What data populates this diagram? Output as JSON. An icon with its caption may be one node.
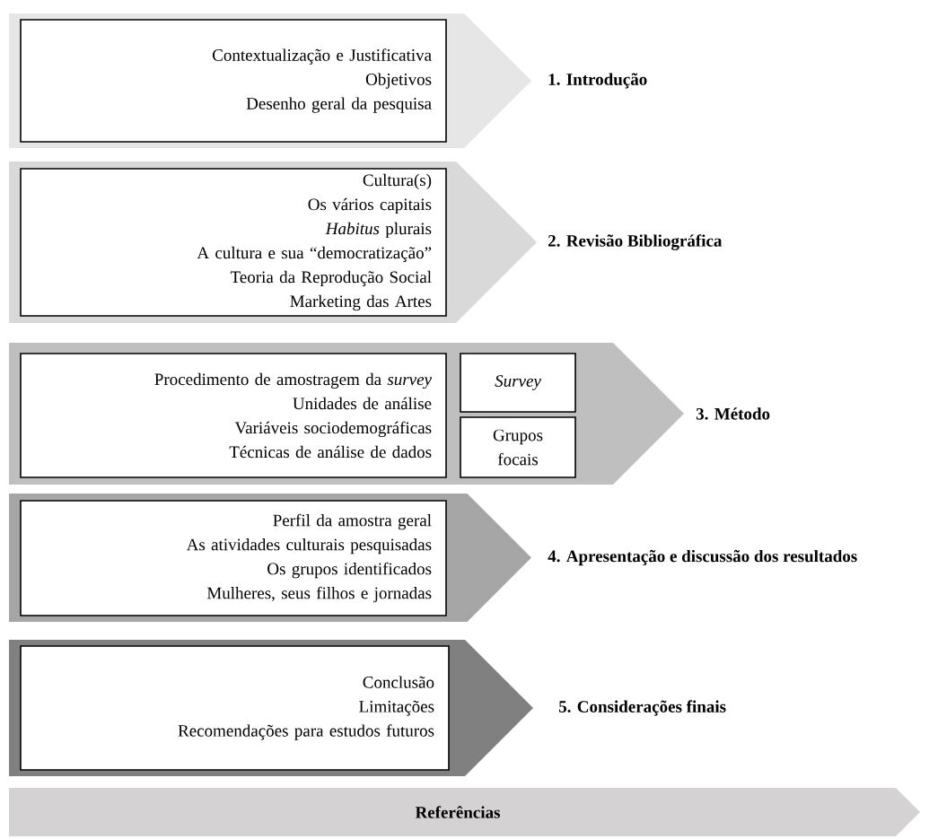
{
  "diagram": {
    "nodes": [
      {
        "text": [
          "1. Introdução"
        ]
      },
      {
        "text": [
          "Contextualização e Justificativa",
          "Objetivos",
          "Desenho geral da pesquisa"
        ],
        "in": 0
      },
      {
        "text": [
          "2. Revisão Bibliográfica"
        ]
      },
      {
        "text": [
          "Cultura(s)",
          "Os vários capitais",
          "*Habitus* plurais",
          "A cultura e sua “democratização”",
          "Teoria da Reprodução Social",
          "Marketing das Artes"
        ],
        "in": 2
      },
      {
        "text": [
          "3. Método"
        ]
      },
      {
        "text": [
          "Procedimento de amostragem da *survey*",
          "Unidades de análise",
          "Variáveis sociodemográficas",
          "Técnicas de análise de dados"
        ],
        "in": 4
      },
      {
        "text": [
          "Survey"
        ],
        "in": 4
      },
      {
        "text": [
          "Grupos focais"
        ],
        "in": 4
      },
      {
        "text": [
          "4. Apresentação e discussão dos resultados"
        ]
      },
      {
        "text": [
          "Perfil da amostra geral",
          "As atividades culturais pesquisadas",
          "Os grupos identificados",
          "Mulheres, seus filhos e jornadas"
        ],
        "in": 8
      },
      {
        "text": [
          "5. Considerações finais"
        ]
      },
      {
        "text": [
          "Conclusão",
          "Limitações",
          "Recomendações para estudos futuros"
        ],
        "in": 10
      },
      {
        "text": [
          "Referências"
        ]
      }
    ]
  }
}
